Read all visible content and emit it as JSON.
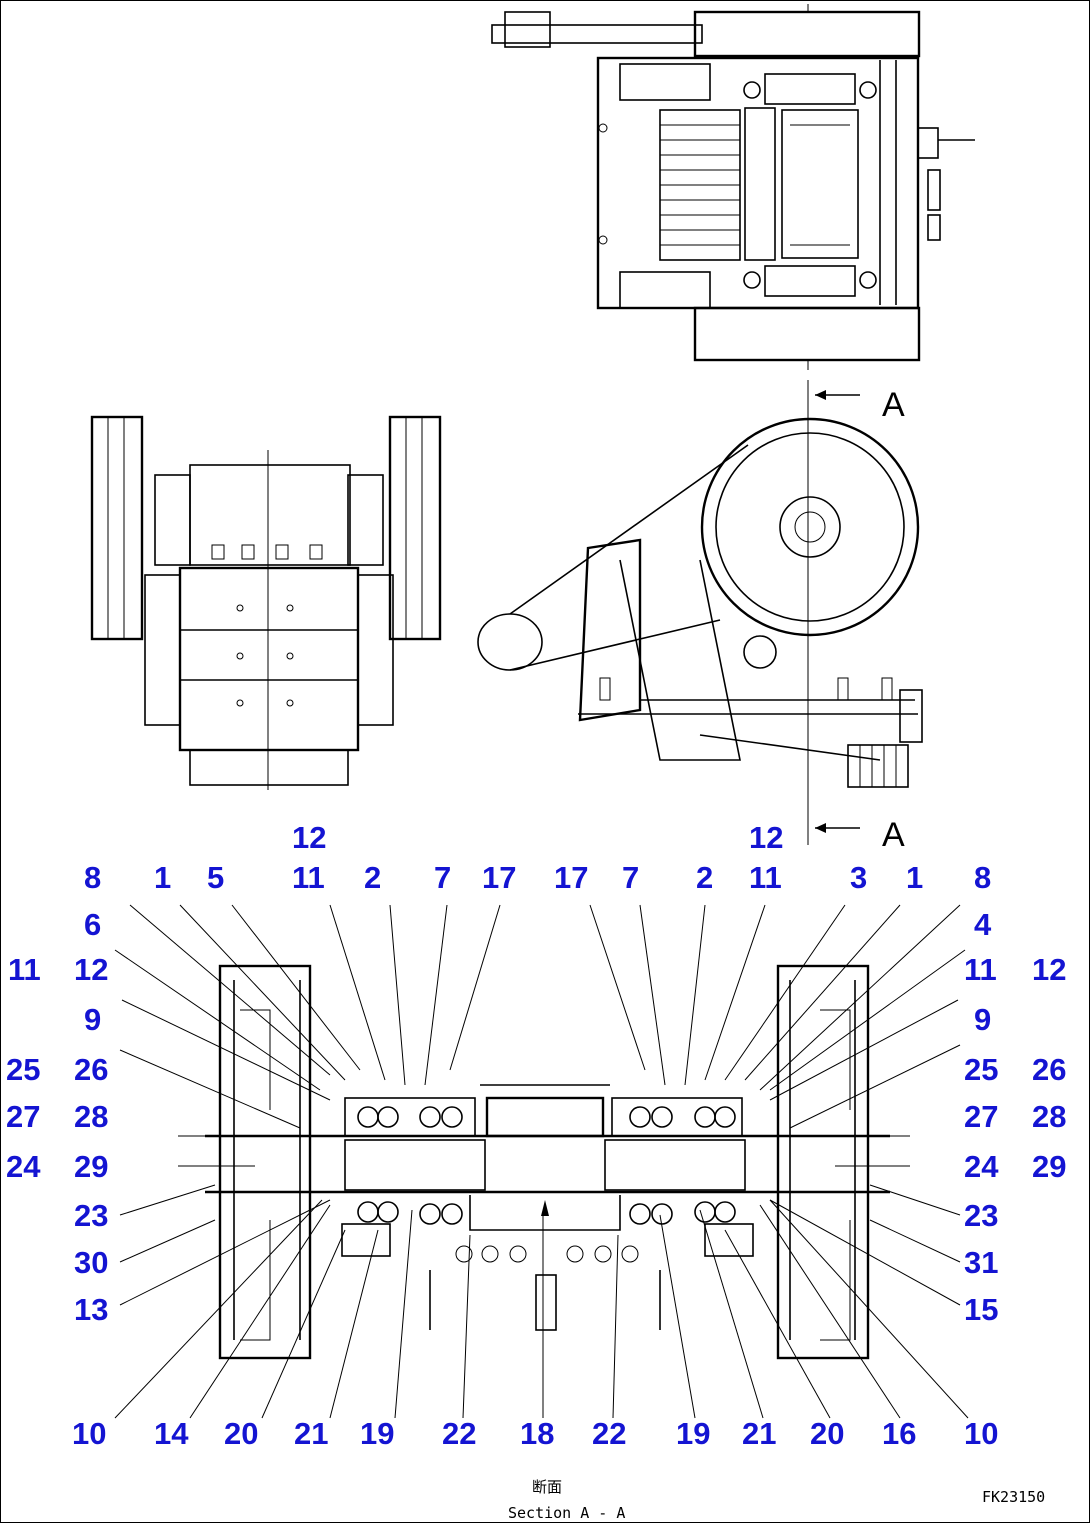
{
  "view_a_label": "A",
  "section_label_jp": "断面",
  "section_label_en": "Section A - A",
  "drawing_code": "FK23150",
  "callout_color": "#1414d2",
  "top_labels": [
    "8",
    "1",
    "5",
    "12",
    "11",
    "2",
    "7",
    "17",
    "17",
    "7",
    "2",
    "12",
    "11",
    "3",
    "1",
    "8"
  ],
  "left_labels": [
    "6",
    "11",
    "12",
    "9",
    "25",
    "26",
    "27",
    "28",
    "24",
    "29",
    "23",
    "30",
    "13"
  ],
  "right_labels": [
    "4",
    "11",
    "12",
    "9",
    "25",
    "26",
    "27",
    "28",
    "24",
    "29",
    "23",
    "31",
    "15"
  ],
  "bottom_labels": [
    "10",
    "14",
    "20",
    "21",
    "19",
    "22",
    "18",
    "22",
    "19",
    "21",
    "20",
    "16",
    "10"
  ]
}
